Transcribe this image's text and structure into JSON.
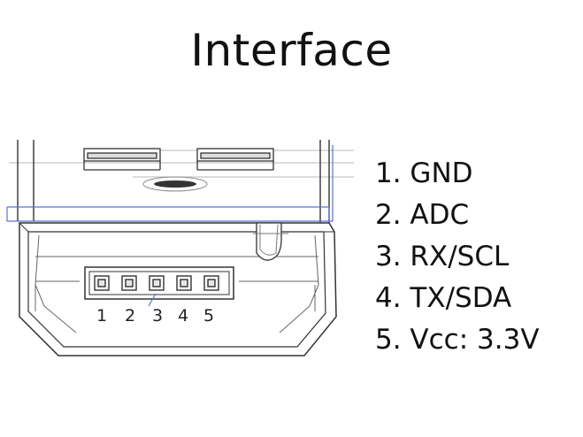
{
  "title": "Interface",
  "connector_pin_numbers": [
    "1",
    "2",
    "3",
    "4",
    "5"
  ],
  "pin_list": [
    "1. GND",
    "2. ADC",
    "3. RX/SCL",
    "4. TX/SDA",
    "5. Vcc: 3.3V"
  ],
  "colors": {
    "line": "#333333",
    "light_line": "#9a9a9a",
    "accent_blue": "#5a6fd8"
  }
}
